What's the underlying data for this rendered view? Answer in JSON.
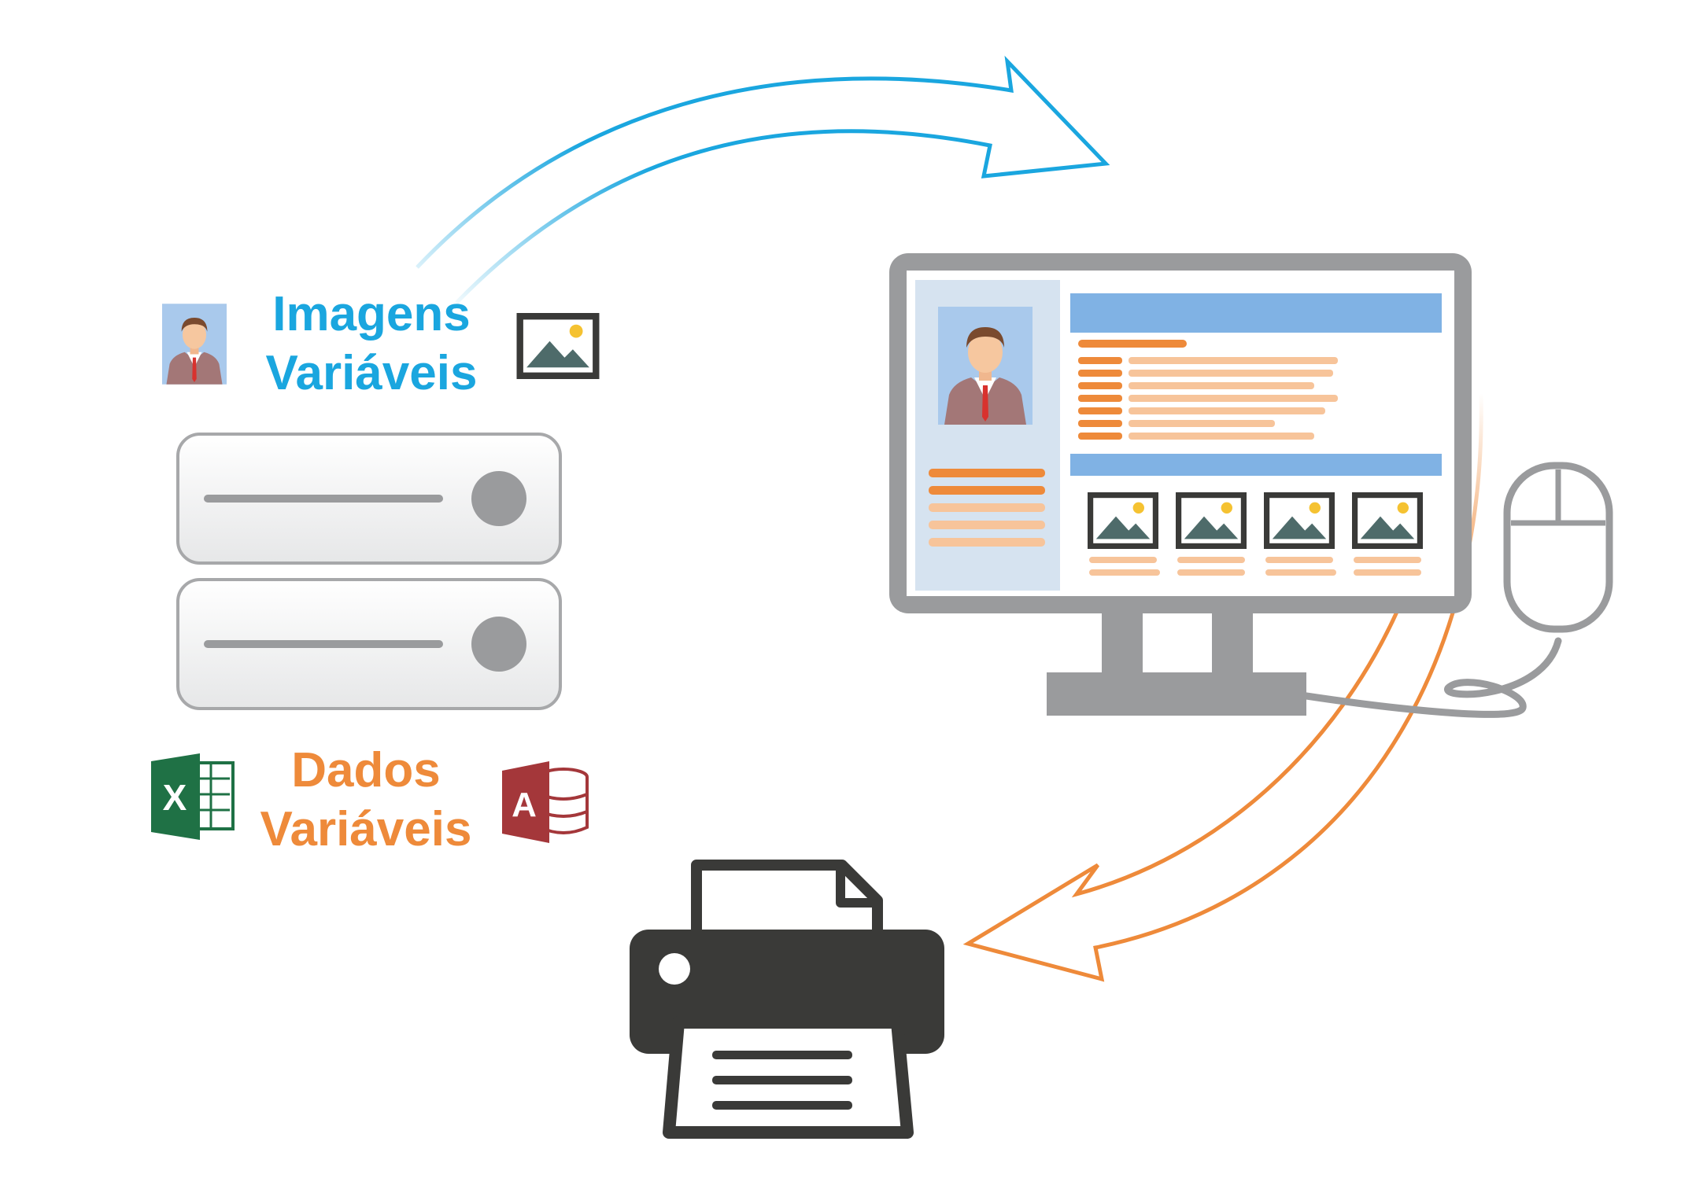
{
  "labels": {
    "images_line1": "Imagens",
    "images_line2": "Variáveis",
    "data_line1": "Dados",
    "data_line2": "Variáveis"
  },
  "app_icons": {
    "excel_letter": "X",
    "access_letter": "A"
  },
  "colors": {
    "blue": "#1aa6df",
    "orange": "#ee8a3a",
    "gray": "#9a9b9d",
    "dark": "#3a3a38",
    "excel_green": "#1f7145",
    "access_red": "#a4373a",
    "panel_blue": "#80b2e4",
    "side_panel": "#d6e3f0"
  },
  "icons": [
    "person-photo-icon",
    "picture-icon",
    "server-icon",
    "excel-icon",
    "access-icon",
    "monitor-icon",
    "mouse-icon",
    "printer-icon"
  ]
}
